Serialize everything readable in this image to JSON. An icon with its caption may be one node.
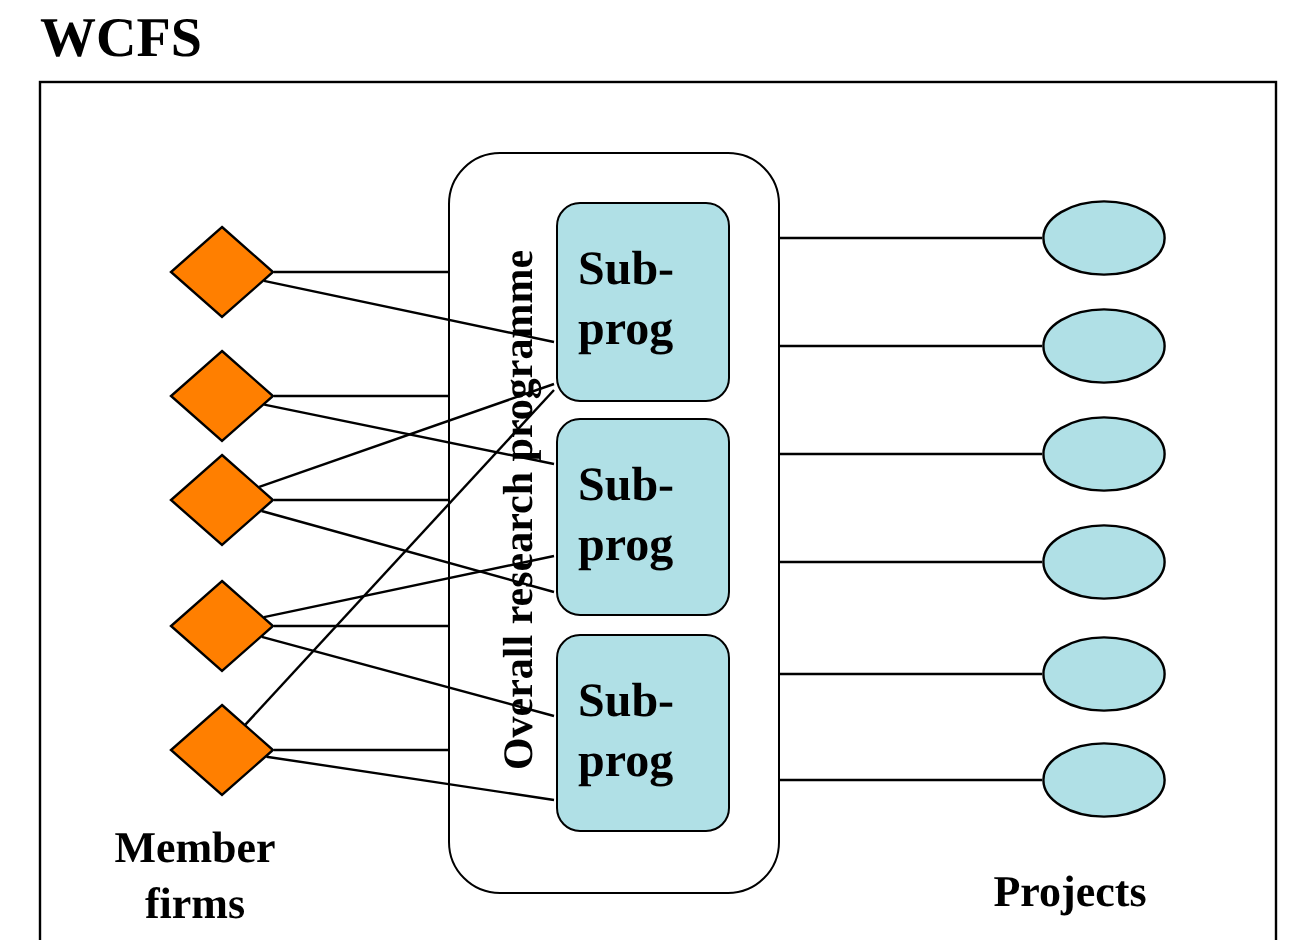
{
  "diagram": {
    "title": "WCFS",
    "nodes": [
      {
        "text": [
          "Overall research programme"
        ]
      },
      {
        "text": [
          "Sub- prog"
        ],
        "in": 0
      },
      {
        "text": [
          "Sub- prog"
        ],
        "in": 0
      },
      {
        "text": [
          "Sub- prog"
        ],
        "in": 0
      },
      {
        "text": [],
        "shape": "diamond"
      },
      {
        "text": [],
        "shape": "diamond"
      },
      {
        "text": [],
        "shape": "diamond"
      },
      {
        "text": [],
        "shape": "diamond"
      },
      {
        "text": [],
        "shape": "diamond"
      },
      {
        "text": [],
        "shape": "ellipse"
      },
      {
        "text": [],
        "shape": "ellipse"
      },
      {
        "text": [],
        "shape": "ellipse"
      },
      {
        "text": [],
        "shape": "ellipse"
      },
      {
        "text": [],
        "shape": "ellipse"
      },
      {
        "text": [],
        "shape": "ellipse"
      }
    ],
    "edges": [
      {
        "from": 4,
        "to": 0,
        "arrow": "none"
      },
      {
        "from": 5,
        "to": 0,
        "arrow": "none"
      },
      {
        "from": 6,
        "to": 0,
        "arrow": "none"
      },
      {
        "from": 7,
        "to": 0,
        "arrow": "none"
      },
      {
        "from": 8,
        "to": 0,
        "arrow": "none"
      },
      {
        "from": 4,
        "to": 1,
        "arrow": "none"
      },
      {
        "from": 5,
        "to": 2,
        "arrow": "none"
      },
      {
        "from": 6,
        "to": 1,
        "arrow": "none"
      },
      {
        "from": 6,
        "to": 2,
        "arrow": "none"
      },
      {
        "from": 7,
        "to": 2,
        "arrow": "none"
      },
      {
        "from": 7,
        "to": 3,
        "arrow": "none"
      },
      {
        "from": 8,
        "to": 1,
        "arrow": "none"
      },
      {
        "from": 8,
        "to": 3,
        "arrow": "none"
      },
      {
        "from": 0,
        "to": 9,
        "arrow": "none"
      },
      {
        "from": 0,
        "to": 10,
        "arrow": "none"
      },
      {
        "from": 0,
        "to": 11,
        "arrow": "none"
      },
      {
        "from": 0,
        "to": 12,
        "arrow": "none"
      },
      {
        "from": 0,
        "to": 13,
        "arrow": "none"
      },
      {
        "from": 0,
        "to": 14,
        "arrow": "none"
      }
    ],
    "labels": [
      "Member firms",
      "Projects"
    ]
  }
}
